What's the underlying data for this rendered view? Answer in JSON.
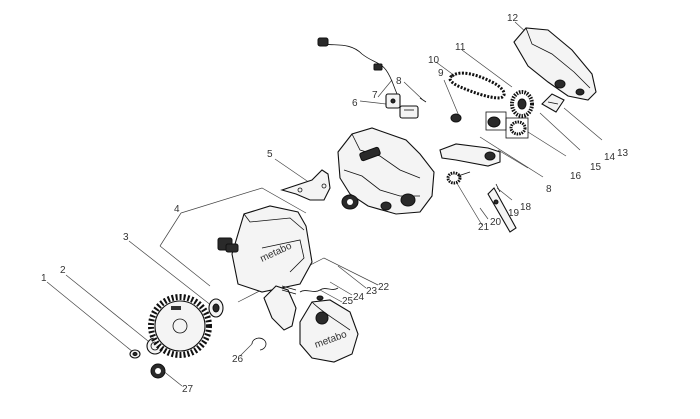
{
  "diagram": {
    "callouts": [
      "1",
      "2",
      "3",
      "4",
      "5",
      "6",
      "7",
      "8",
      "8",
      "9",
      "10",
      "11",
      "12",
      "13",
      "14",
      "15",
      "16",
      "18",
      "19",
      "20",
      "21",
      "22",
      "23",
      "24",
      "25",
      "26",
      "27"
    ],
    "brand_marks": [
      "metabo",
      "metabo"
    ]
  },
  "colors": {
    "line": "#111111",
    "fill_light": "#f4f4f4",
    "fill_dark": "#2a2a2a",
    "label": "#333333"
  }
}
